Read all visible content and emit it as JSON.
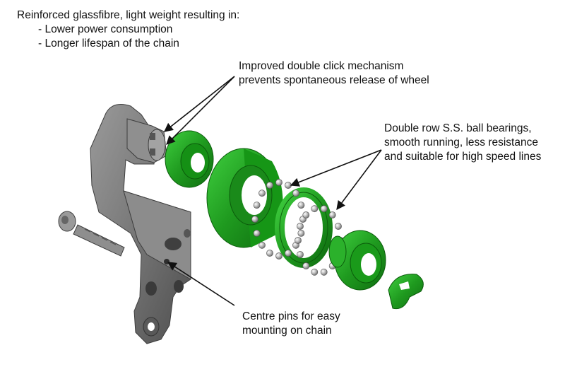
{
  "annotations": {
    "glassfibre": {
      "heading": "Reinforced glassfibre, light weight resulting in:",
      "points": [
        "- Lower power consumption",
        "- Longer lifespan of the chain"
      ]
    },
    "click_mechanism": {
      "lines": [
        "Improved double click mechanism",
        "prevents spontaneous release of wheel"
      ]
    },
    "ball_bearings": {
      "lines": [
        "Double row S.S. ball bearings,",
        "smooth running, less resistance",
        "and suitable for high speed lines"
      ]
    },
    "centre_pins": {
      "lines": [
        "Centre pins for easy",
        "mounting on chain"
      ]
    }
  },
  "colors": {
    "plastic_green": "#1f9a1f",
    "plastic_green_light": "#36c236",
    "plastic_green_dark": "#0f6e10",
    "metal_grey": "#7a7a7a",
    "metal_grey_light": "#a8a8a8",
    "metal_grey_dark": "#4a4a4a",
    "steel_ball": "#c9c9c9",
    "arrow": "#111111"
  }
}
